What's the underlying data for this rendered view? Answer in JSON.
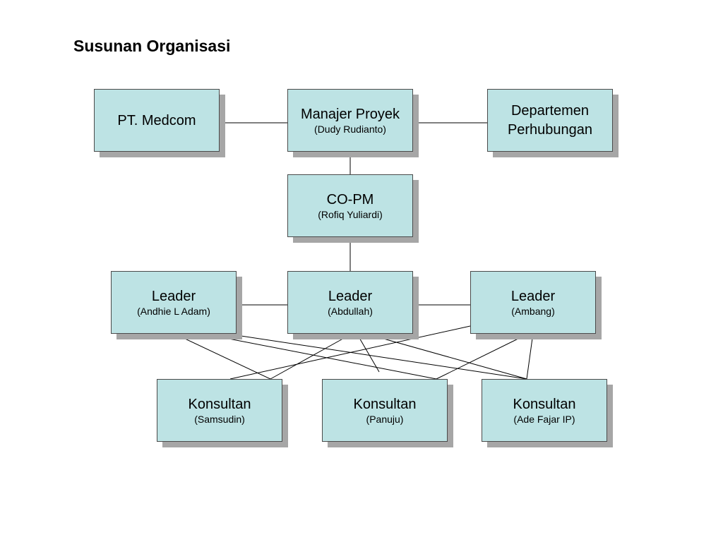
{
  "title": "Susunan Organisasi",
  "nodes": {
    "medcom": {
      "title": "PT. Medcom",
      "sub": ""
    },
    "manajer": {
      "title": "Manajer Proyek",
      "sub": "(Dudy Rudianto)"
    },
    "dephub": {
      "title_line1": "Departemen",
      "title_line2": "Perhubungan",
      "sub": ""
    },
    "copm": {
      "title": "CO-PM",
      "sub": "(Rofiq Yuliardi)"
    },
    "leader_andhie": {
      "title": "Leader",
      "sub": "(Andhie L Adam)"
    },
    "leader_abdullah": {
      "title": "Leader",
      "sub": "(Abdullah)"
    },
    "leader_ambang": {
      "title": "Leader",
      "sub": "(Ambang)"
    },
    "konsultan_samsudin": {
      "title": "Konsultan",
      "sub": "(Samsudin)"
    },
    "konsultan_panuju": {
      "title": "Konsultan",
      "sub": "(Panuju)"
    },
    "konsultan_ade": {
      "title": "Konsultan",
      "sub": "(Ade Fajar IP)"
    }
  },
  "colors": {
    "box_fill": "#bde3e4",
    "box_border": "#4a4a4a",
    "shadow": "#a6a6a6",
    "line": "#000000"
  }
}
